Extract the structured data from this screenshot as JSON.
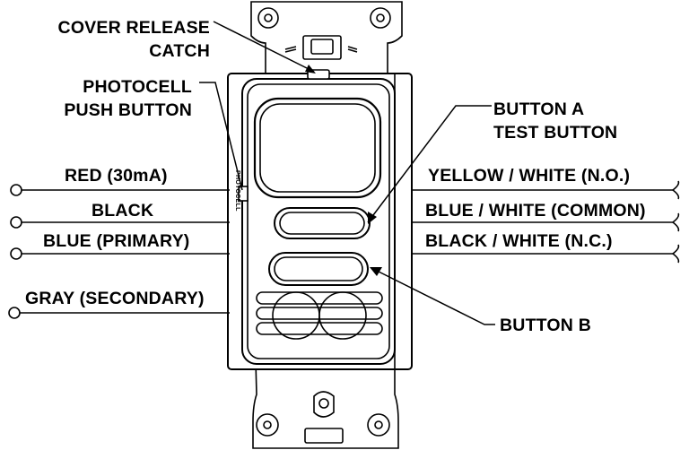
{
  "labels": {
    "cover_release_catch_line1": "COVER RELEASE",
    "cover_release_catch_line2": "CATCH",
    "photocell_line1": "PHOTOCELL",
    "photocell_line2": "PUSH BUTTON",
    "button_a_line1": "BUTTON A",
    "button_a_line2": "TEST BUTTON",
    "button_b": "BUTTON B",
    "photocell_side_text": "PHOTOCELL"
  },
  "wires_left": [
    {
      "label": "RED (30mA)"
    },
    {
      "label": "BLACK"
    },
    {
      "label": "BLUE (PRIMARY)"
    },
    {
      "label": "GRAY (SECONDARY)"
    }
  ],
  "wires_right": [
    {
      "label": "YELLOW / WHITE (N.O.)"
    },
    {
      "label": "BLUE / WHITE (COMMON)"
    },
    {
      "label": "BLACK / WHITE (N.C.)"
    }
  ]
}
